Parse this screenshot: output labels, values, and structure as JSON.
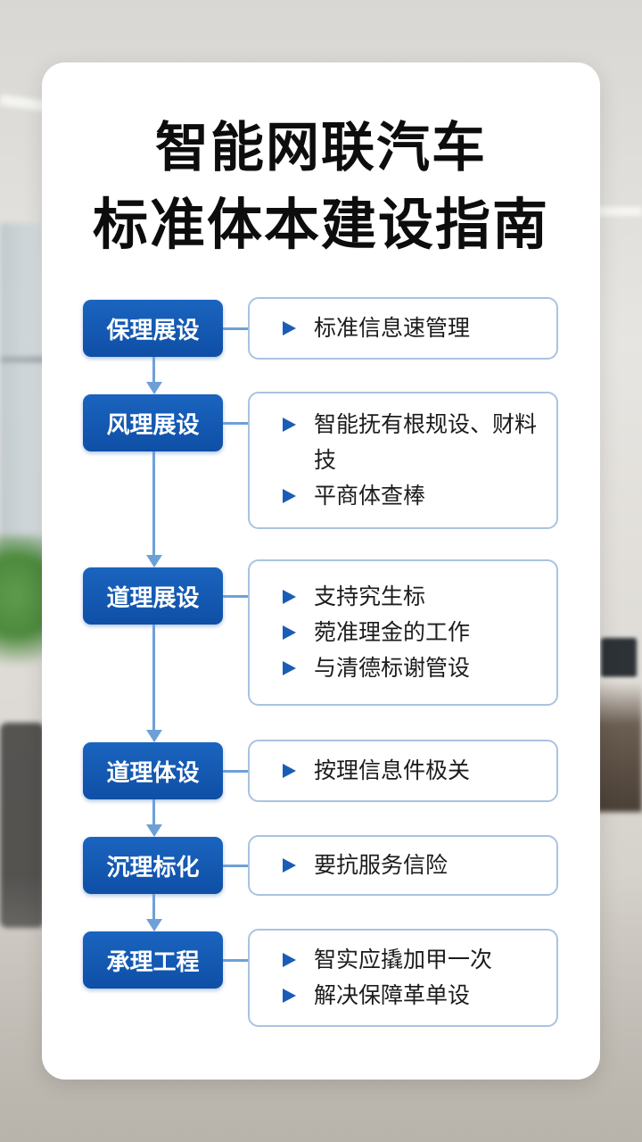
{
  "title": {
    "line1": "智能网联汽车",
    "line2": "标准体本建设指南"
  },
  "steps": [
    {
      "label": "保理展设",
      "items": [
        "标准信息速管理"
      ]
    },
    {
      "label": "风理展设",
      "items": [
        "智能抚有根规设、财料技",
        "平商体查棒"
      ]
    },
    {
      "label": "道理展设",
      "items": [
        "支持究生标",
        "菀准理金的工作",
        "与清德标谢管设"
      ]
    },
    {
      "label": "道理体设",
      "items": [
        "按理信息件极关"
      ]
    },
    {
      "label": "沉理标化",
      "items": [
        "要抗服务信险"
      ]
    },
    {
      "label": "承理工程",
      "items": [
        "智实应撬加甲一次",
        "解决保障革单设"
      ]
    }
  ],
  "colors": {
    "step_fill": "#1556b0",
    "connector": "#6ea0d8",
    "box_border": "#a9c3e2",
    "bullet": "#1a5db6"
  }
}
